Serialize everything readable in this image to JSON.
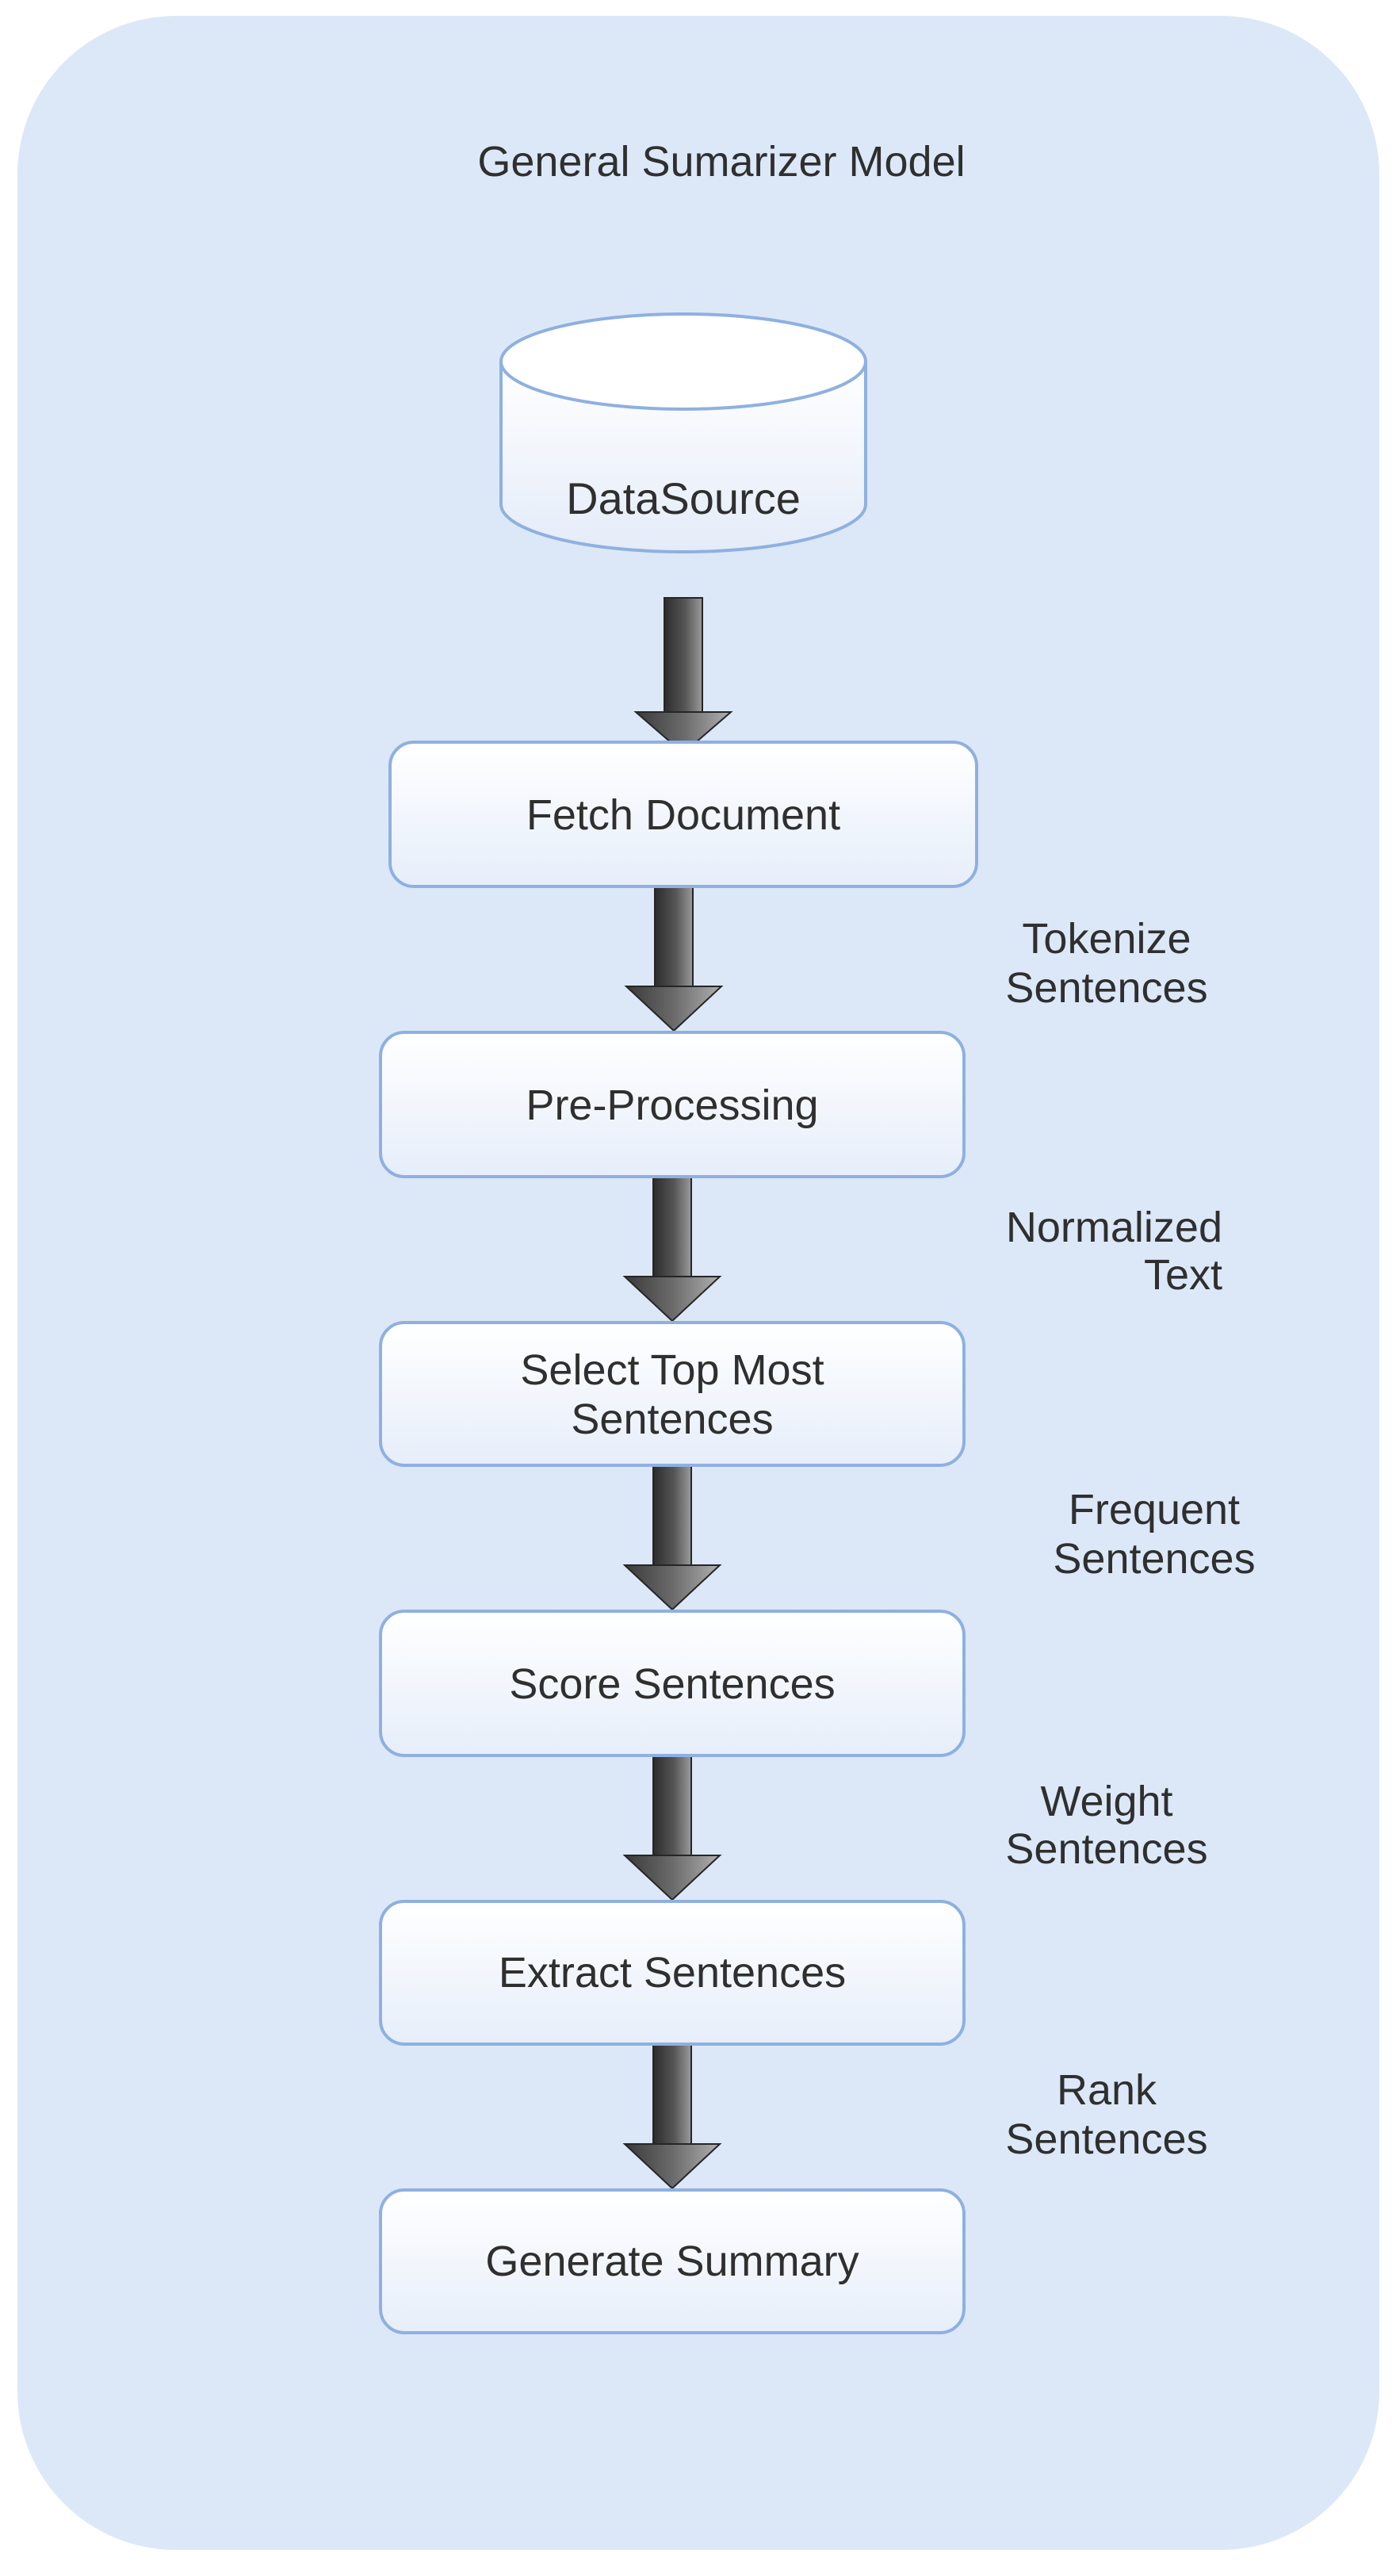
{
  "diagram": {
    "title": "General Sumarizer Model",
    "datasource": "DataSource",
    "steps": [
      {
        "lines": [
          "Fetch Document"
        ]
      },
      {
        "lines": [
          "Pre-Processing"
        ]
      },
      {
        "lines": [
          "Select Top Most",
          "Sentences"
        ]
      },
      {
        "lines": [
          "Score Sentences"
        ]
      },
      {
        "lines": [
          "Extract Sentences"
        ]
      },
      {
        "lines": [
          "Generate Summary"
        ]
      }
    ],
    "edge_labels": [
      {
        "lines": [
          "Tokenize",
          "Sentences"
        ]
      },
      {
        "lines": [
          "Normalized",
          "Text"
        ]
      },
      {
        "lines": [
          "Frequent",
          "Sentences"
        ]
      },
      {
        "lines": [
          "Weight",
          "Sentences"
        ]
      },
      {
        "lines": [
          "Rank",
          "Sentences"
        ]
      }
    ],
    "colors": {
      "panel": "#dce8f8",
      "node_border": "#8fb0e0",
      "node_fill_top": "#ffffff",
      "node_fill_bottom": "#e6eefa",
      "arrow_dark": "#3a3a3a",
      "arrow_light": "#9a9a9a",
      "text": "#2f2f2f"
    }
  }
}
